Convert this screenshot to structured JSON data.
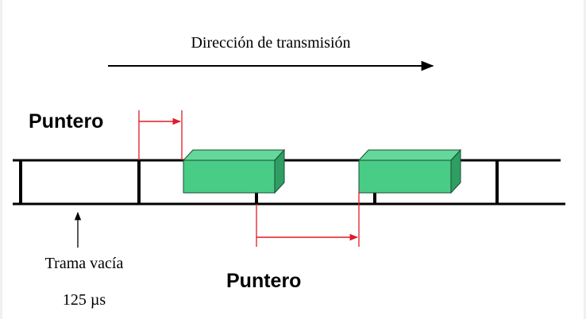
{
  "diagram": {
    "direction_label": "Dirección de transmisión",
    "pointer_label_top": "Puntero",
    "pointer_label_bottom": "Puntero",
    "empty_frame_label": "Trama vacía",
    "frame_duration": "125 µs"
  },
  "colors": {
    "line": "#000000",
    "pointer_arrow": "#e01b24",
    "payload_front": "#48cc86",
    "payload_top": "#63d89a",
    "payload_side": "#2f9e63",
    "payload_outline": "#1a4d33"
  }
}
